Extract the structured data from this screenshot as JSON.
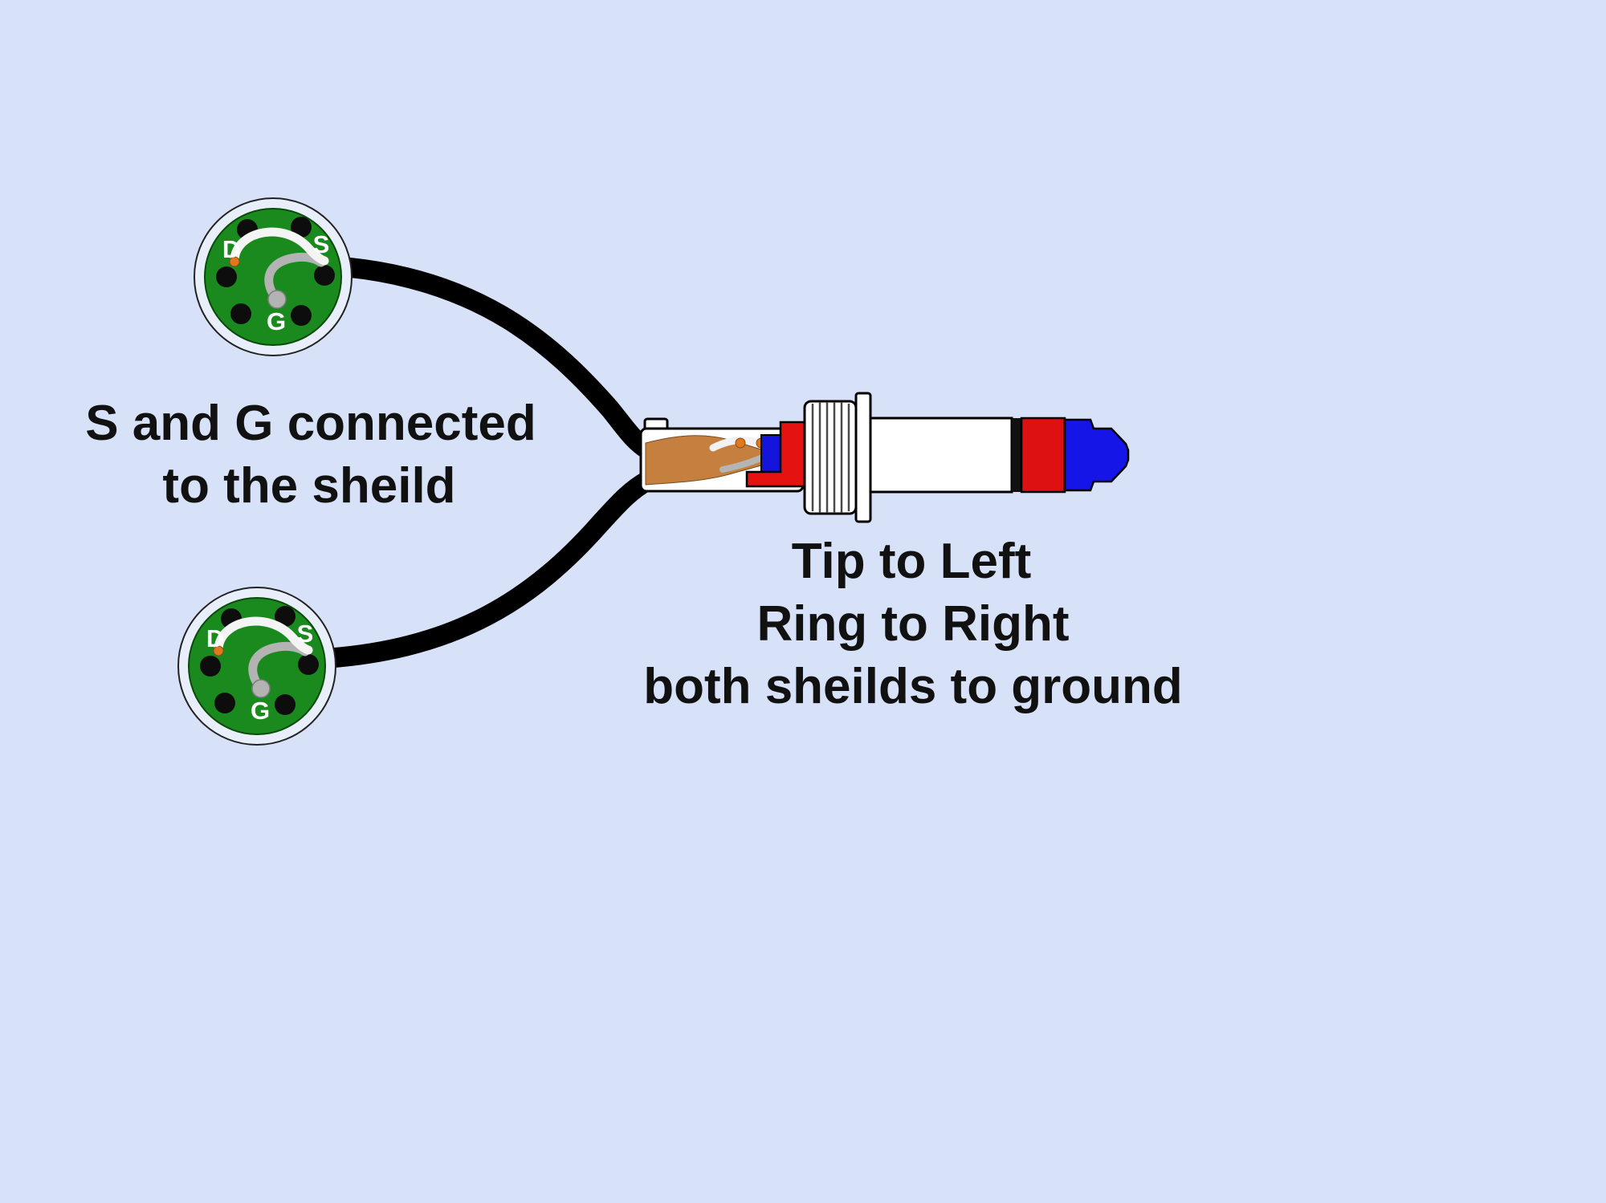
{
  "colors": {
    "background": "#d7e1f7",
    "connector_ring": "#e9eefb",
    "connector_green": "#1b8a1e",
    "pin_black": "#0d0d0d",
    "cable_black": "#000000",
    "wire_white": "#f4f4f4",
    "wire_gray": "#b3b3b3",
    "copper": "#c5803f",
    "solder_orange": "#e07820",
    "lug_red": "#e51212",
    "lug_blue": "#1414dc",
    "ring_red": "#dd1111",
    "tip_blue": "#1515e8",
    "plug_metal": "#ffffff",
    "text": "#111111",
    "label_text": "#ffffff"
  },
  "annotations": {
    "left": {
      "line1": "S and G connected",
      "line2": "to the sheild"
    },
    "right": {
      "line1": "Tip to Left",
      "line2": "Ring to Right",
      "line3": "both sheilds to ground"
    }
  },
  "connector_labels": {
    "d": "D",
    "s": "S",
    "g": "G"
  }
}
